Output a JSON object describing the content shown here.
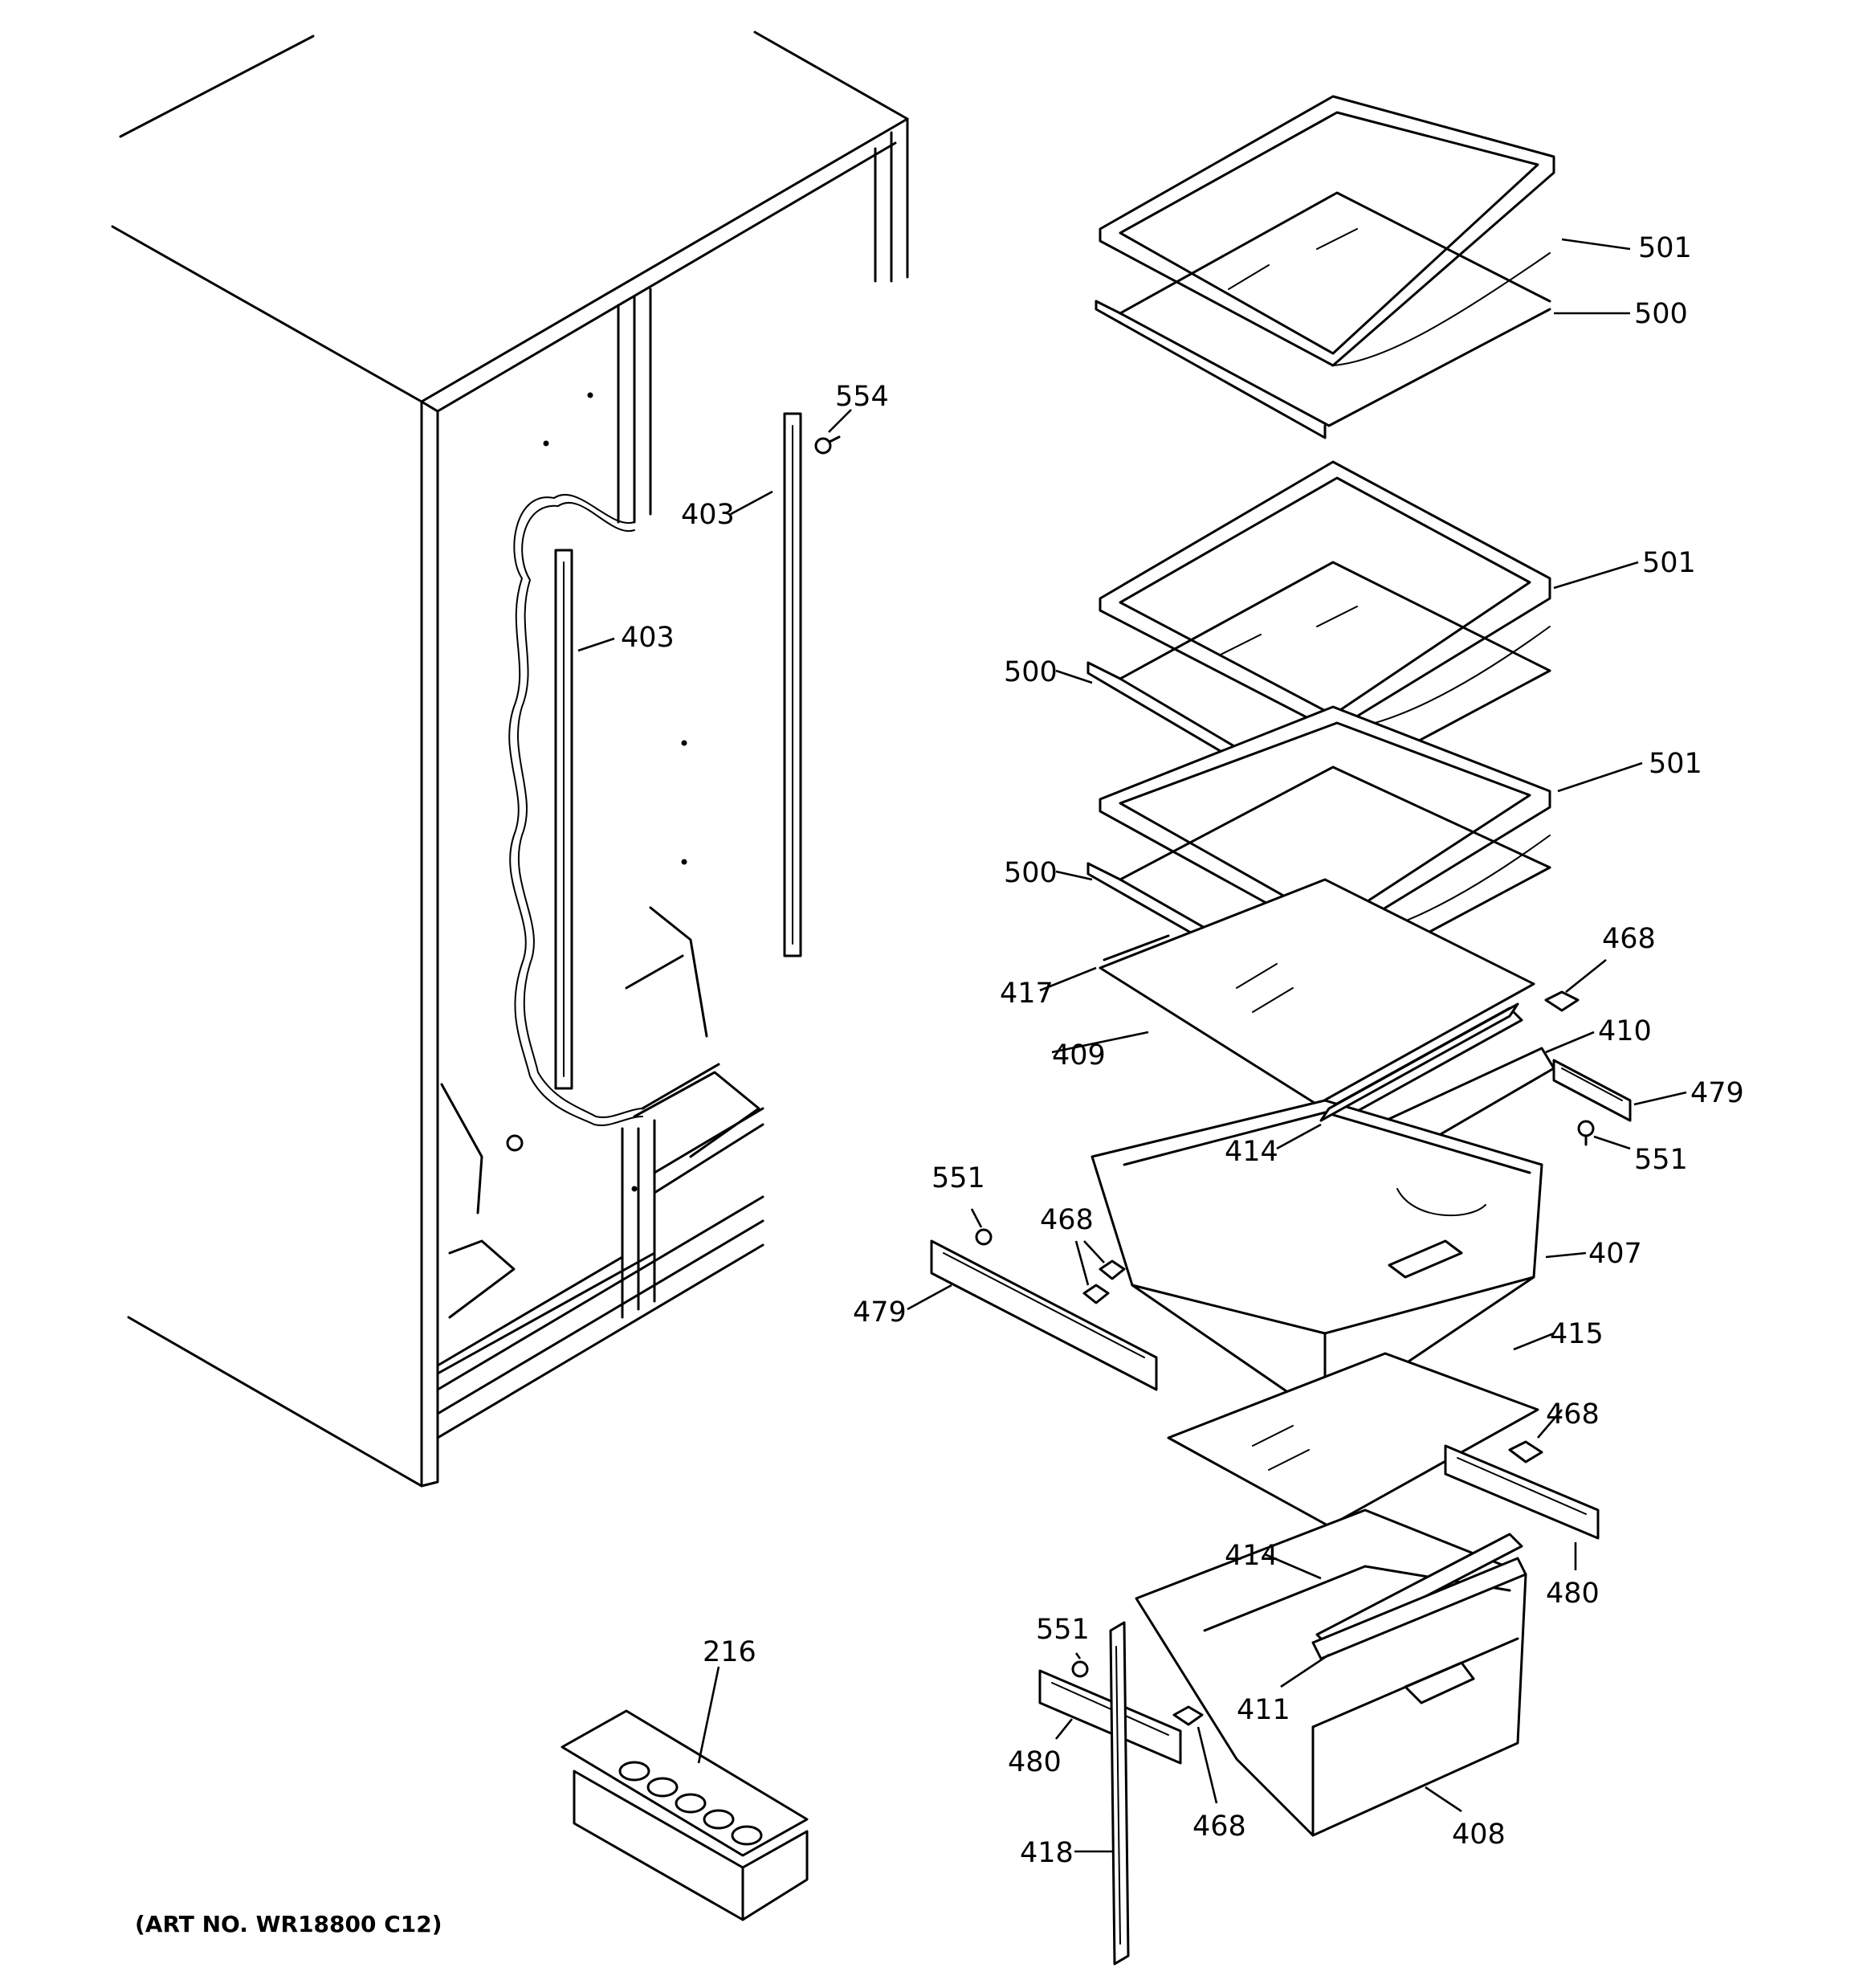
{
  "art_number": "(ART NO. WR18800 C12)",
  "callouts": {
    "c501a": "501",
    "c500a": "500",
    "c554": "554",
    "c403a": "403",
    "c403b": "403",
    "c501b": "501",
    "c500b": "500",
    "c501c": "501",
    "c500c": "500",
    "c468a": "468",
    "c417": "417",
    "c410": "410",
    "c409": "409",
    "c479a": "479",
    "c414a": "414",
    "c551a": "551",
    "c551b": "551",
    "c468b": "468",
    "c407": "407",
    "c479b": "479",
    "c415": "415",
    "c468c": "468",
    "c414b": "414",
    "c480a": "480",
    "c216": "216",
    "c551c": "551",
    "c411": "411",
    "c480b": "480",
    "c468d": "468",
    "c408": "408",
    "c418": "418"
  }
}
